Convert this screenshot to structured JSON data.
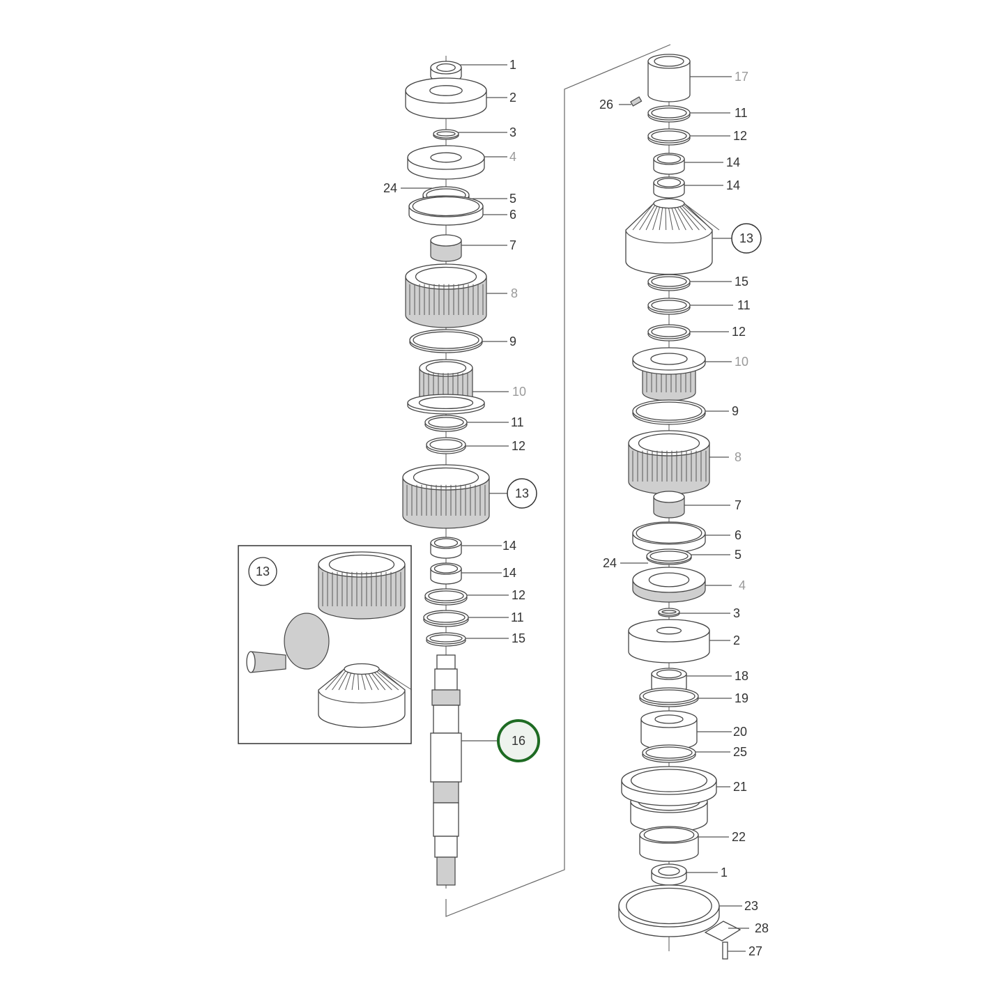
{
  "diagram": {
    "left_callouts": [
      {
        "label": "1"
      },
      {
        "label": "2"
      },
      {
        "label": "3"
      },
      {
        "label": "4"
      },
      {
        "label": "24"
      },
      {
        "label": "5"
      },
      {
        "label": "6"
      },
      {
        "label": "7"
      },
      {
        "label": "8"
      },
      {
        "label": "9"
      },
      {
        "label": "10"
      },
      {
        "label": "11"
      },
      {
        "label": "12"
      },
      {
        "label": "13"
      },
      {
        "label": "14"
      },
      {
        "label": "14"
      },
      {
        "label": "12"
      },
      {
        "label": "11"
      },
      {
        "label": "15"
      },
      {
        "label": "16"
      }
    ],
    "right_callouts": [
      {
        "label": "17"
      },
      {
        "label": "26"
      },
      {
        "label": "11"
      },
      {
        "label": "12"
      },
      {
        "label": "14"
      },
      {
        "label": "14"
      },
      {
        "label": "13"
      },
      {
        "label": "15"
      },
      {
        "label": "11"
      },
      {
        "label": "12"
      },
      {
        "label": "10"
      },
      {
        "label": "9"
      },
      {
        "label": "8"
      },
      {
        "label": "7"
      },
      {
        "label": "6"
      },
      {
        "label": "5"
      },
      {
        "label": "24"
      },
      {
        "label": "4"
      },
      {
        "label": "3"
      },
      {
        "label": "2"
      },
      {
        "label": "18"
      },
      {
        "label": "19"
      },
      {
        "label": "20"
      },
      {
        "label": "25"
      },
      {
        "label": "21"
      },
      {
        "label": "22"
      },
      {
        "label": "1"
      },
      {
        "label": "23"
      },
      {
        "label": "28"
      },
      {
        "label": "27"
      }
    ],
    "inset": {
      "label": "13"
    },
    "highlighted_part": "16",
    "highlight_color": "#1e6b23"
  }
}
